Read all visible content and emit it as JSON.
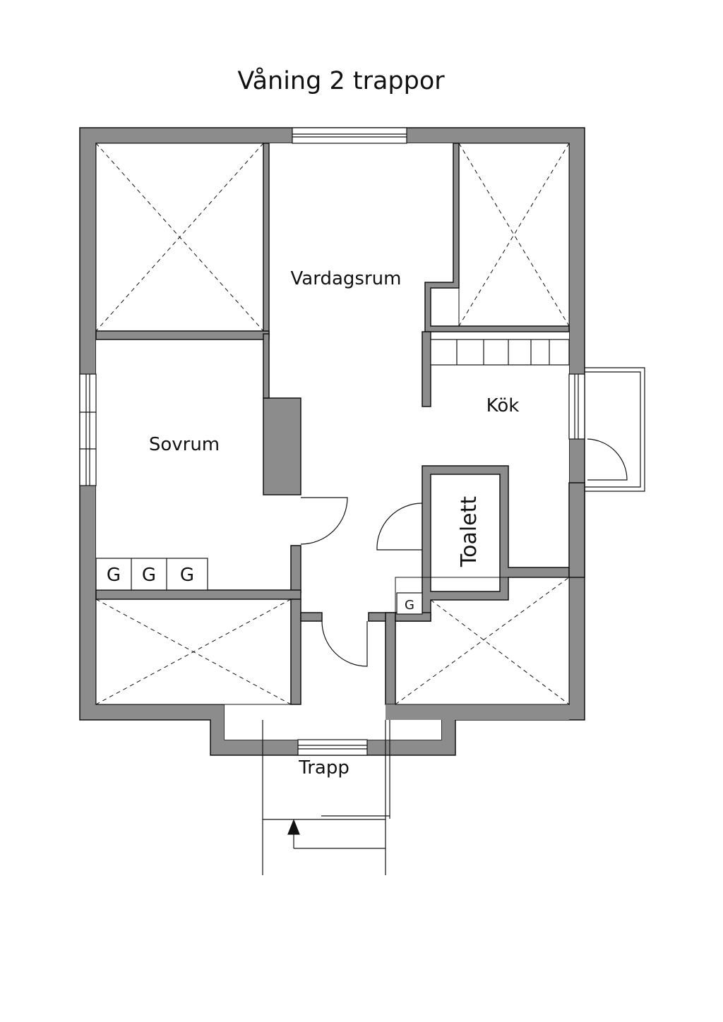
{
  "title": "Våning 2 trappor",
  "rooms": {
    "vardagsrum": "Vardagsrum",
    "sovrum": "Sovrum",
    "kok": "Kök",
    "toalett": "Toalett",
    "trapp": "Trapp"
  },
  "wardrobe_marks": [
    "G",
    "G",
    "G"
  ],
  "storage_mark": "G",
  "colors": {
    "wall": "#8c8c8c",
    "line": "#111111",
    "background": "#ffffff"
  }
}
